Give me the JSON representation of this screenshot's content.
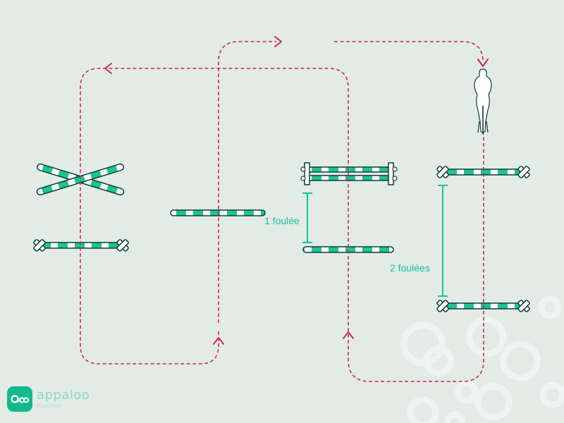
{
  "colors": {
    "background": "#e3ebe7",
    "path": "#cf2b48",
    "pole_green": "#1cc494",
    "pole_dark": "#0e3d35",
    "distance_marker": "#17c496",
    "decor_rings": "#f0f4f2"
  },
  "labels": {
    "one_stride": "1 foulée",
    "two_strides": "2 foulées"
  },
  "logo": {
    "name": "appaloo",
    "tagline": "équitation"
  },
  "icons": {
    "horse": "horse-top-view-icon",
    "logo": "appaloo-logo-icon"
  }
}
